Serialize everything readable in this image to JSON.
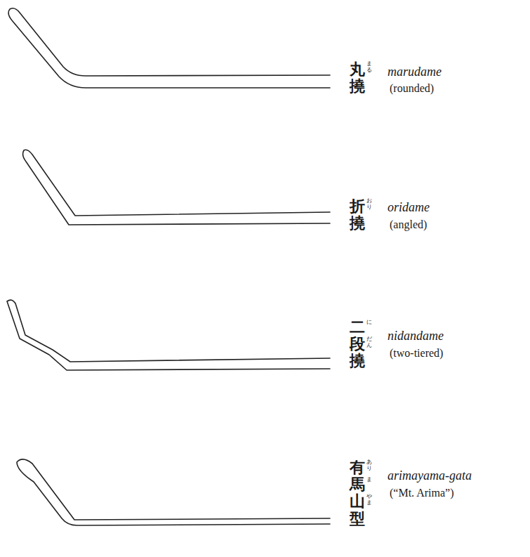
{
  "diagram": {
    "labels": [
      "丸撓",
      "まる",
      "marudame",
      "(rounded)",
      "折撓",
      "おり",
      "oridame",
      "(angled)",
      "二段撓",
      "に",
      "だん",
      "nidandame",
      "(two-tiered)",
      "有馬山型",
      "あり",
      "ま",
      "やま",
      "arimayama-gata",
      "(“Mt. Arima”)"
    ]
  }
}
